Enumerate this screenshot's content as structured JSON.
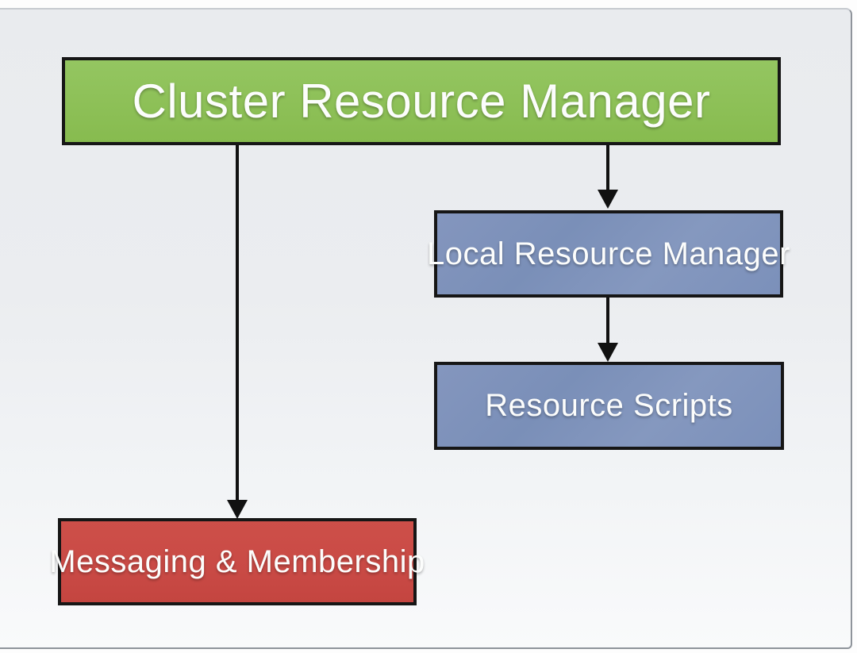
{
  "diagram": {
    "type": "flowchart",
    "background_color": "#ebedf0",
    "arrow_color": "#111111",
    "node_border_color": "#161616",
    "text_color": "#ffffff",
    "nodes": {
      "cluster": {
        "label": "Cluster Resource Manager",
        "fill": "#8dc057",
        "role": "root"
      },
      "local": {
        "label": "Local Resource Manager",
        "fill": "#7e92ba"
      },
      "scripts": {
        "label": "Resource Scripts",
        "fill": "#7e92ba"
      },
      "messaging": {
        "label": "Messaging & Membership",
        "fill": "#c94a45"
      }
    },
    "edges": [
      {
        "from": "Cluster Resource Manager",
        "to": "Messaging & Membership"
      },
      {
        "from": "Cluster Resource Manager",
        "to": "Local Resource Manager"
      },
      {
        "from": "Local Resource Manager",
        "to": "Resource Scripts"
      }
    ]
  }
}
